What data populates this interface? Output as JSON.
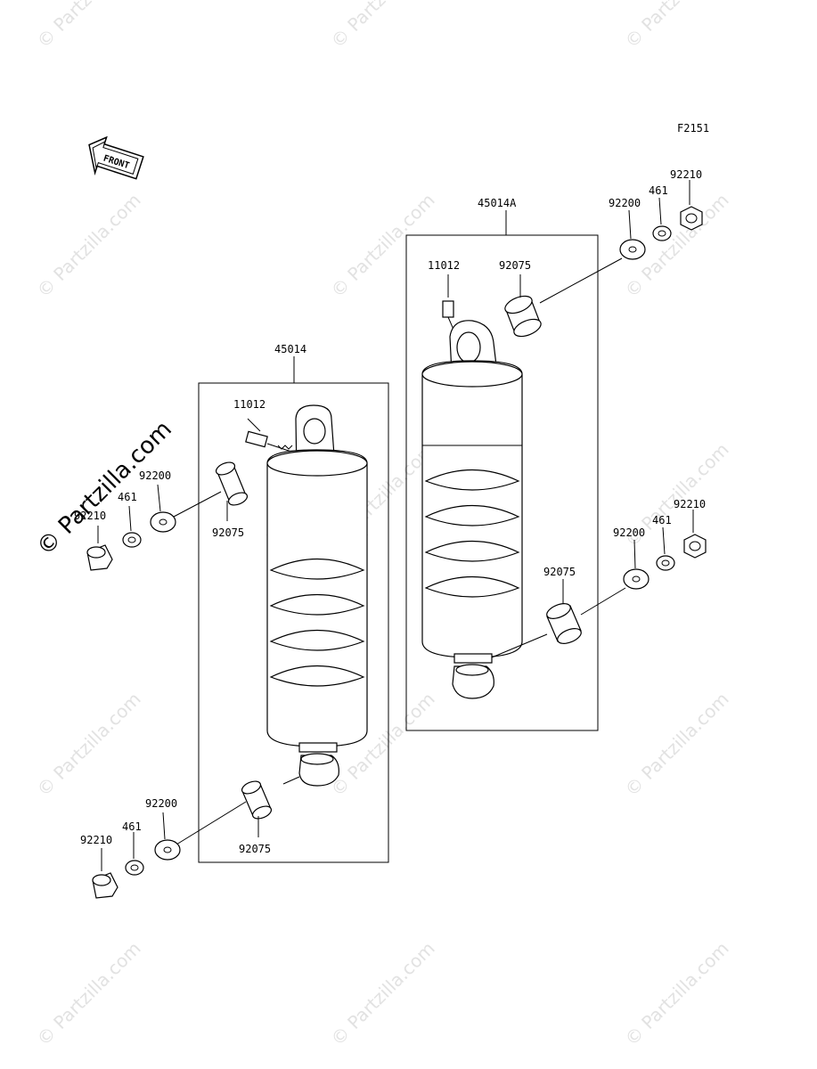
{
  "figure_code": "F2151",
  "front_marker": "FRONT",
  "watermark": "© Partzilla.com",
  "assemblies": {
    "left": {
      "assembly_no": "45014",
      "grease_nipple": "11012",
      "top": {
        "collar": "92075",
        "washer": "92200",
        "spacer": "461",
        "nut": "92210"
      },
      "bottom": {
        "collar": "92075",
        "washer": "92200",
        "spacer": "461",
        "nut": "92210"
      }
    },
    "right": {
      "assembly_no": "45014A",
      "grease_nipple": "11012",
      "top": {
        "collar": "92075",
        "washer": "92200",
        "spacer": "461",
        "nut": "92210"
      },
      "bottom": {
        "collar": "92075",
        "washer": "92200",
        "spacer": "461",
        "nut": "92210"
      }
    }
  }
}
